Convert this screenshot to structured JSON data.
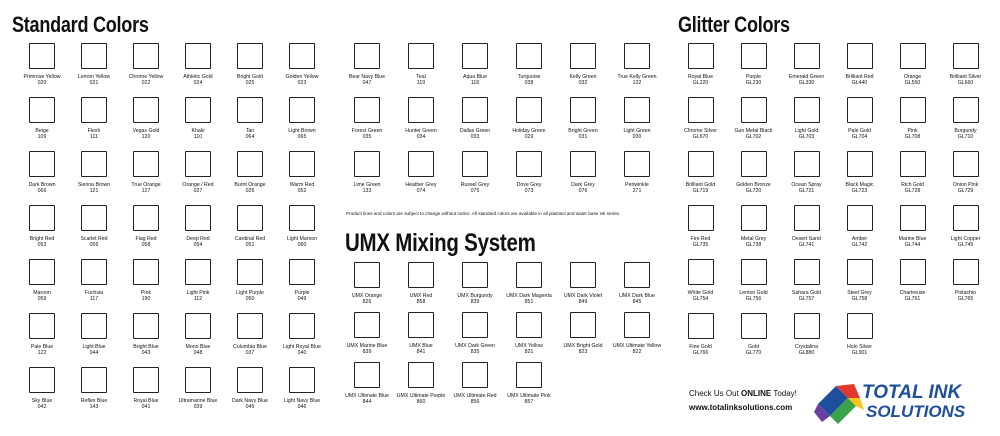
{
  "titles": {
    "standard": "Standard Colors",
    "glitter": "Glitter Colors",
    "umx": "UMX Mixing System"
  },
  "note": "Product lines and colors are subject to change without notice. All standard colors are available in all plastisol and water base ink series.",
  "footer": {
    "promo_prefix": "Check Us Out ",
    "promo_bold": "ONLINE",
    "promo_suffix": " Today!",
    "url": "www.totalinksolutions.com",
    "logo_line1": "TOTAL INK",
    "logo_line2": "SOLUTIONS"
  },
  "colors": {
    "swatch_border": "#222222",
    "logo_blue": "#1d4f9c",
    "logo_green": "#3aa34a",
    "logo_red": "#e03a2f",
    "logo_yellow": "#f7c51e",
    "logo_purple": "#6b3fa0"
  },
  "standard_left": [
    {
      "name": "Primrose Yellow",
      "code": "020"
    },
    {
      "name": "Lemon Yellow",
      "code": "021"
    },
    {
      "name": "Chrome Yellow",
      "code": "022"
    },
    {
      "name": "Athletic Gold",
      "code": "024"
    },
    {
      "name": "Bright Gold",
      "code": "025"
    },
    {
      "name": "Golden Yellow",
      "code": "023"
    },
    {
      "name": "Beige",
      "code": "109"
    },
    {
      "name": "Flesh",
      "code": "111"
    },
    {
      "name": "Vegas Gold",
      "code": "120"
    },
    {
      "name": "Khaki",
      "code": "110"
    },
    {
      "name": "Tan",
      "code": "064"
    },
    {
      "name": "Light Brown",
      "code": "065"
    },
    {
      "name": "Dark Brown",
      "code": "066"
    },
    {
      "name": "Sienna Brown",
      "code": "121"
    },
    {
      "name": "True Orange",
      "code": "127"
    },
    {
      "name": "Orange / Red",
      "code": "027"
    },
    {
      "name": "Burnt Orange",
      "code": "026"
    },
    {
      "name": "Warm Red",
      "code": "052"
    },
    {
      "name": "Bright Red",
      "code": "053"
    },
    {
      "name": "Scarlet Red",
      "code": "056"
    },
    {
      "name": "Flag Red",
      "code": "058"
    },
    {
      "name": "Deep Red",
      "code": "054"
    },
    {
      "name": "Cardinal Red",
      "code": "051"
    },
    {
      "name": "Light Maroon",
      "code": "060"
    },
    {
      "name": "Maroon",
      "code": "059"
    },
    {
      "name": "Fuchsia",
      "code": "117"
    },
    {
      "name": "Pink",
      "code": "190"
    },
    {
      "name": "Light Pink",
      "code": "112"
    },
    {
      "name": "Light Purple",
      "code": "050"
    },
    {
      "name": "Purple",
      "code": "049"
    },
    {
      "name": "Pale Blue",
      "code": "122"
    },
    {
      "name": "Light Blue",
      "code": "044"
    },
    {
      "name": "Bright Blue",
      "code": "043"
    },
    {
      "name": "Mono Blue",
      "code": "048"
    },
    {
      "name": "Columbia Blue",
      "code": "037"
    },
    {
      "name": "Light Royal Blue",
      "code": "040"
    },
    {
      "name": "Sky Blue",
      "code": "042"
    },
    {
      "name": "Reflex Blue",
      "code": "143"
    },
    {
      "name": "Royal Blue",
      "code": "041"
    },
    {
      "name": "Ultramarine Blue",
      "code": "039"
    },
    {
      "name": "Dark Navy Blue",
      "code": "045"
    },
    {
      "name": "Light Navy Blue",
      "code": "046"
    }
  ],
  "standard_right": [
    {
      "name": "Bear Navy Blue",
      "code": "047"
    },
    {
      "name": "Teal",
      "code": "119"
    },
    {
      "name": "Aqua Blue",
      "code": "118"
    },
    {
      "name": "Turquoise",
      "code": "038"
    },
    {
      "name": "Kelly Green",
      "code": "032"
    },
    {
      "name": "True Kelly Green",
      "code": "132"
    },
    {
      "name": "Forest Green",
      "code": "035"
    },
    {
      "name": "Hunter Green",
      "code": "034"
    },
    {
      "name": "Dallas Green",
      "code": "033"
    },
    {
      "name": "Holiday Green",
      "code": "029"
    },
    {
      "name": "Bright Green",
      "code": "031"
    },
    {
      "name": "Light Green",
      "code": "030"
    },
    {
      "name": "Lime Green",
      "code": "133"
    },
    {
      "name": "Heather Grey",
      "code": "074"
    },
    {
      "name": "Russel Grey",
      "code": "075"
    },
    {
      "name": "Dove Grey",
      "code": "073"
    },
    {
      "name": "Dark Grey",
      "code": "076"
    },
    {
      "name": "Periwinkle",
      "code": "271"
    }
  ],
  "umx": [
    {
      "name": "UMX Orange",
      "code": "826"
    },
    {
      "name": "UMX Red",
      "code": "858"
    },
    {
      "name": "UMX Burgundy",
      "code": "839"
    },
    {
      "name": "UMX Dark Magenta",
      "code": "851"
    },
    {
      "name": "UMX Dark Violet",
      "code": "849"
    },
    {
      "name": "UMX Dark Blue",
      "code": "845"
    },
    {
      "name": "UMX Marine Blue",
      "code": "839"
    },
    {
      "name": "UMX Blue",
      "code": "841"
    },
    {
      "name": "UMX Dark Green",
      "code": "835"
    },
    {
      "name": "UMX Yellow",
      "code": "821"
    },
    {
      "name": "UMX Bright Gold",
      "code": "823"
    },
    {
      "name": "UMX Ultimate Yellow",
      "code": "822"
    },
    {
      "name": "UMX Ultimate Blue",
      "code": "844"
    },
    {
      "name": "UMX Ultimate Purple",
      "code": "860"
    },
    {
      "name": "UMX Ultimate Red",
      "code": "856"
    },
    {
      "name": "UMX Ultimate Pink",
      "code": "857"
    }
  ],
  "glitter": [
    {
      "name": "Royal Blue",
      "code": "GL220"
    },
    {
      "name": "Purple",
      "code": "GL230"
    },
    {
      "name": "Emerald Green",
      "code": "GL330"
    },
    {
      "name": "Brilliant Red",
      "code": "GL440"
    },
    {
      "name": "Orange",
      "code": "GL550"
    },
    {
      "name": "Brilliant Silver",
      "code": "GL660"
    },
    {
      "name": "Chrome Silver",
      "code": "GL670"
    },
    {
      "name": "Gun Metal Black",
      "code": "GL702"
    },
    {
      "name": "Light Gold",
      "code": "GL703"
    },
    {
      "name": "Pale Gold",
      "code": "GL704"
    },
    {
      "name": "Pink",
      "code": "GL708"
    },
    {
      "name": "Burgundy",
      "code": "GL710"
    },
    {
      "name": "Brilliant Gold",
      "code": "GL719"
    },
    {
      "name": "Golden Bronze",
      "code": "GL720"
    },
    {
      "name": "Ocean Spray",
      "code": "GL721"
    },
    {
      "name": "Black Magic",
      "code": "GL723"
    },
    {
      "name": "Rich Gold",
      "code": "GL728"
    },
    {
      "name": "Onion Pink",
      "code": "GL729"
    },
    {
      "name": "Fire Red",
      "code": "GL735"
    },
    {
      "name": "Metal Grey",
      "code": "GL738"
    },
    {
      "name": "Desert Sand",
      "code": "GL741"
    },
    {
      "name": "Amber",
      "code": "GL742"
    },
    {
      "name": "Marine Blue",
      "code": "GL744"
    },
    {
      "name": "Light Copper",
      "code": "GL745"
    },
    {
      "name": "White Gold",
      "code": "GL754"
    },
    {
      "name": "Lemon Gold",
      "code": "GL756"
    },
    {
      "name": "Sahara Gold",
      "code": "GL757"
    },
    {
      "name": "Steel Grey",
      "code": "GL758"
    },
    {
      "name": "Chartreuse",
      "code": "GL761"
    },
    {
      "name": "Pistachio",
      "code": "GL765"
    },
    {
      "name": "Fine Gold",
      "code": "GL766"
    },
    {
      "name": "Gold",
      "code": "GL770"
    },
    {
      "name": "Crystalina",
      "code": "GL880"
    },
    {
      "name": "Holo Silver",
      "code": "GL901"
    }
  ]
}
